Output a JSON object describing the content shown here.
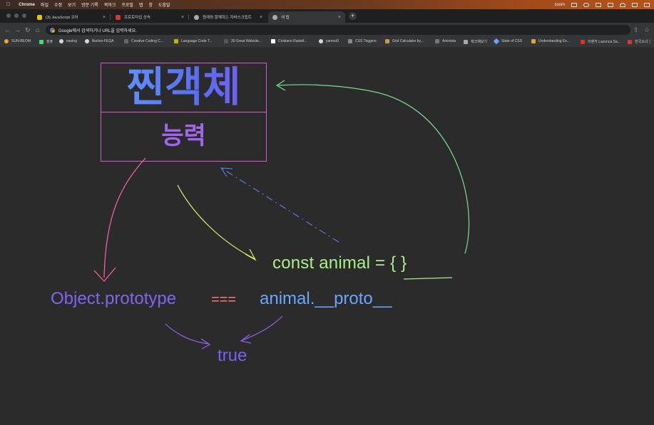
{
  "menubar": {
    "app_name": "Chrome",
    "items": [
      "파일",
      "수정",
      "보기",
      "방문 기록",
      "북마크",
      "프로필",
      "탭",
      "창",
      "도움말"
    ],
    "right_label": "zoom"
  },
  "tabs": [
    {
      "label": "(3) JavaScript 코어",
      "fav_color": "#e8c000"
    },
    {
      "label": "프로토타입 상속",
      "fav_color": "#d33b2c"
    },
    {
      "label": "원래와 함께하는 자바스크립트",
      "fav_color": "#aaaaaa"
    },
    {
      "label": "새 탭",
      "fav_color": "#aaaaaa"
    }
  ],
  "omnibox": {
    "placeholder": "Google에서 검색하거나 URL을 입력하세요."
  },
  "bookmarks": [
    {
      "label": "SUN-BEOM",
      "color": "#f5a623"
    },
    {
      "label": "컴퓨",
      "color": "#4cd964"
    },
    {
      "label": "easing",
      "color": "#d8d8d8"
    },
    {
      "label": "likelion-FEQA",
      "color": "#d8d8d8"
    },
    {
      "label": "Creative Coding C...",
      "color": "#666666"
    },
    {
      "label": "Language Code T...",
      "color": "#c8b400"
    },
    {
      "label": "30 Great Website...",
      "color": "#555555"
    },
    {
      "label": "Cristiano Rastell...",
      "color": "#ffffff"
    },
    {
      "label": "yamoo9",
      "color": "#d8d8d8"
    },
    {
      "label": "CSS Triggers",
      "color": "#888888"
    },
    {
      "label": "Grid Calculator by...",
      "color": "#c99a4a"
    },
    {
      "label": "Animista",
      "color": "#777777"
    },
    {
      "label": "체크해보기",
      "color": "#aaaaaa"
    },
    {
      "label": "State of CSS",
      "color": "#6aa6ff"
    },
    {
      "label": "Understanding Ex...",
      "color": "#e0a040"
    },
    {
      "label": "라렌카 Lazenca Sa...",
      "color": "#e03030"
    },
    {
      "label": "한국소녀 │",
      "color": "#e03030"
    }
  ],
  "diagram": {
    "title": "찐객체",
    "subtitle": "능력",
    "code_line": "const animal = {        }",
    "object_prototype": "Object.prototype",
    "equality": "===",
    "animal_proto": "animal.__proto__",
    "result": "true"
  },
  "colors": {
    "box_border": "#d85bd0",
    "arrow_pink": "#ff5fb0",
    "arrow_yellow": "#e4f060",
    "arrow_green": "#79e08a",
    "arrow_blue_dashed": "#5a7ef0",
    "arrow_purple": "#9b5ff0"
  }
}
